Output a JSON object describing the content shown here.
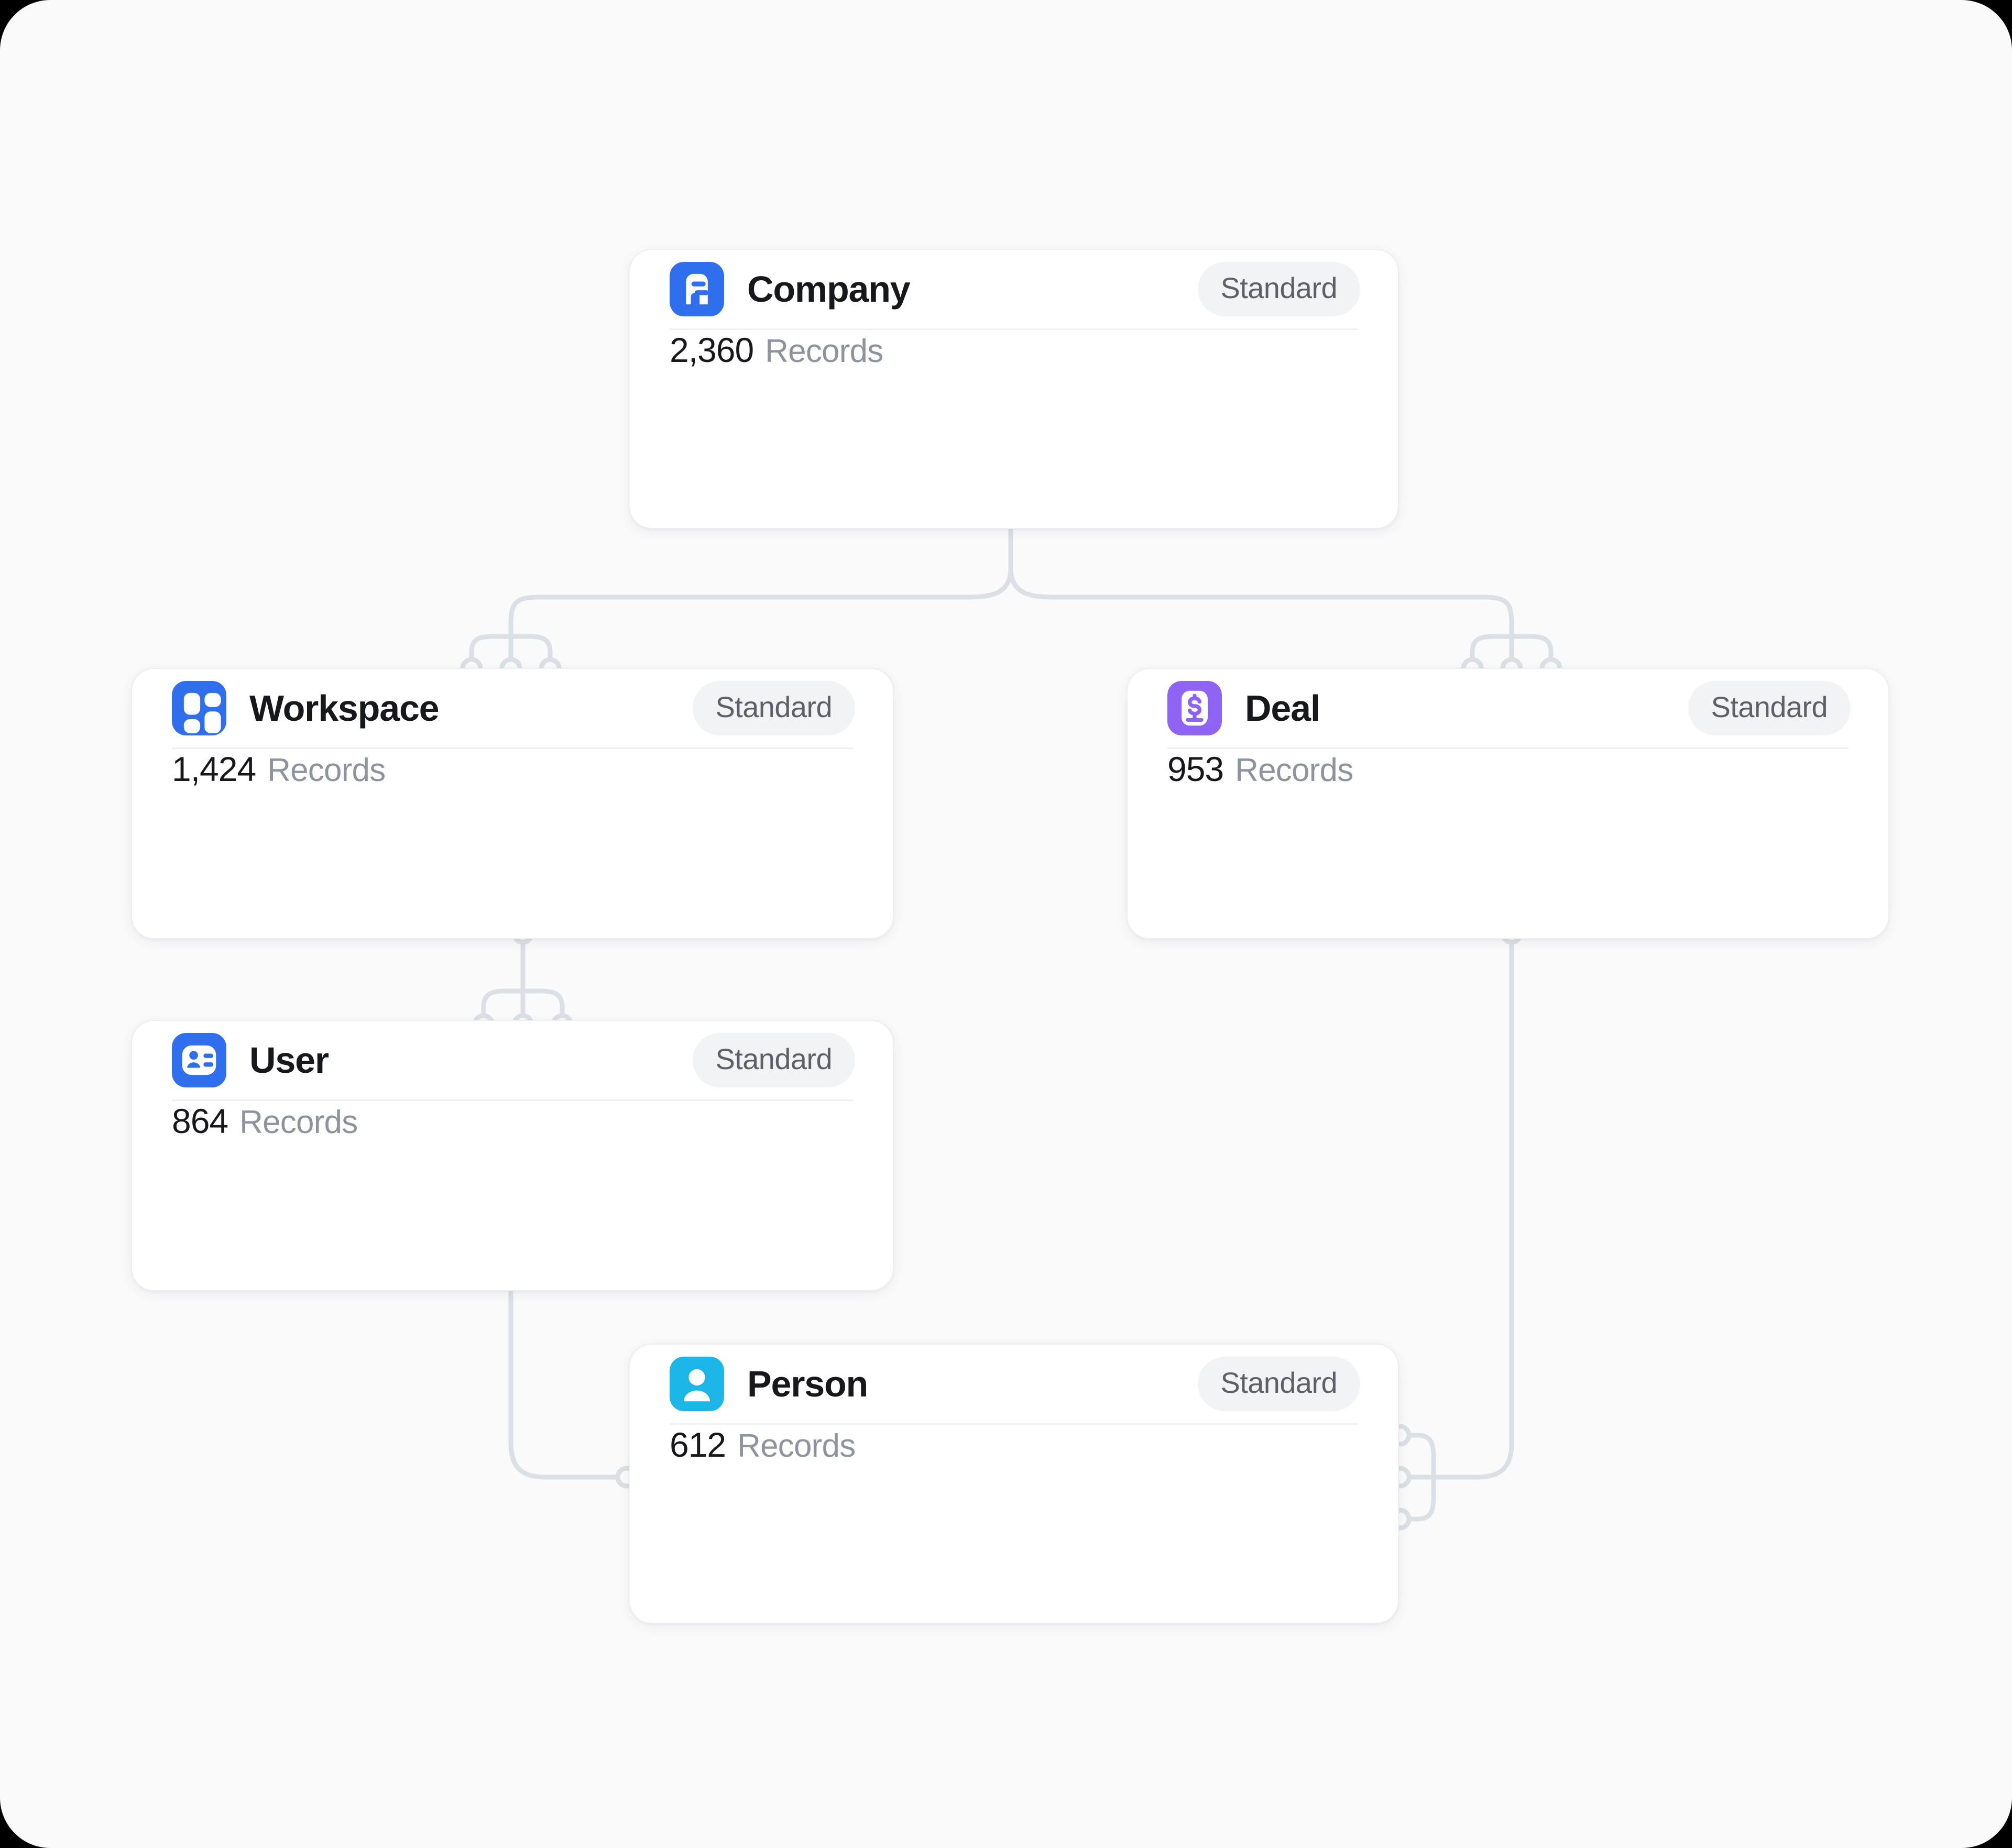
{
  "canvas": {
    "background": "#fafafb",
    "connector_color": "#dbe0e6",
    "card_background": "#ffffff",
    "card_border": "#eceef1"
  },
  "entities": [
    {
      "id": "company",
      "title": "Company",
      "badge": "Standard",
      "count": "2,360",
      "count_label": "Records",
      "icon_name": "building-icon",
      "icon_color": "#2f6fed"
    },
    {
      "id": "workspace",
      "title": "Workspace",
      "badge": "Standard",
      "count": "1,424",
      "count_label": "Records",
      "icon_name": "layout-grid-icon",
      "icon_color": "#2f6fed"
    },
    {
      "id": "deal",
      "title": "Deal",
      "badge": "Standard",
      "count": "953",
      "count_label": "Records",
      "icon_name": "money-document-icon",
      "icon_color": "#8f63f4"
    },
    {
      "id": "user",
      "title": "User",
      "badge": "Standard",
      "count": "864",
      "count_label": "Records",
      "icon_name": "id-card-icon",
      "icon_color": "#2f6fed"
    },
    {
      "id": "person",
      "title": "Person",
      "badge": "Standard",
      "count": "612",
      "count_label": "Records",
      "icon_name": "person-icon",
      "icon_color": "#1cb5e8"
    }
  ],
  "relationships": [
    {
      "from": "company",
      "to": "workspace",
      "cardinality": "one-to-many"
    },
    {
      "from": "company",
      "to": "deal",
      "cardinality": "one-to-many"
    },
    {
      "from": "workspace",
      "to": "user",
      "cardinality": "one-to-many"
    },
    {
      "from": "user",
      "to": "person",
      "cardinality": "one-to-one"
    },
    {
      "from": "deal",
      "to": "person",
      "cardinality": "one-to-many"
    }
  ]
}
